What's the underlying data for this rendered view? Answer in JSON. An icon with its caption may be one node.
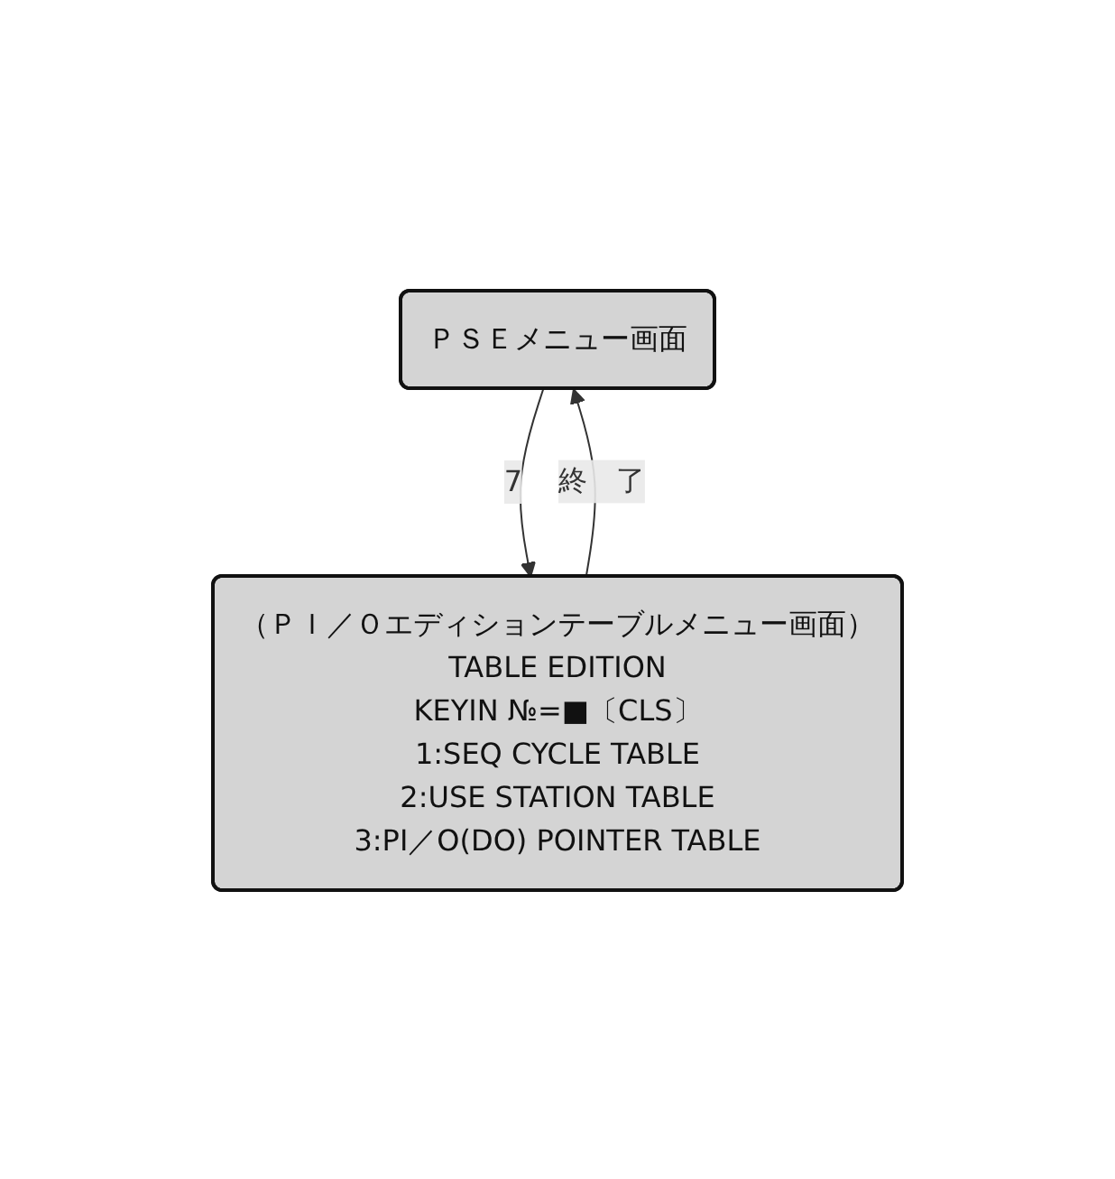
{
  "diagram": {
    "nodes": [
      {
        "text": [
          "ＰＳＥメニュー画面"
        ]
      },
      {
        "text": [
          "（ＰＩ／Ｏエディションテーブルメニュー画面）",
          "TABLE EDITION",
          "KEYIN №=■〔CLS〕",
          "1:SEQ CYCLE TABLE",
          "2:USE STATION TABLE",
          "3:PI／O(DO) POINTER TABLE"
        ]
      }
    ],
    "edges": [
      {
        "from": 0,
        "to": 1,
        "arrow": "to",
        "label": "7"
      },
      {
        "from": 1,
        "to": 0,
        "arrow": "to",
        "label": "終　了"
      }
    ]
  }
}
